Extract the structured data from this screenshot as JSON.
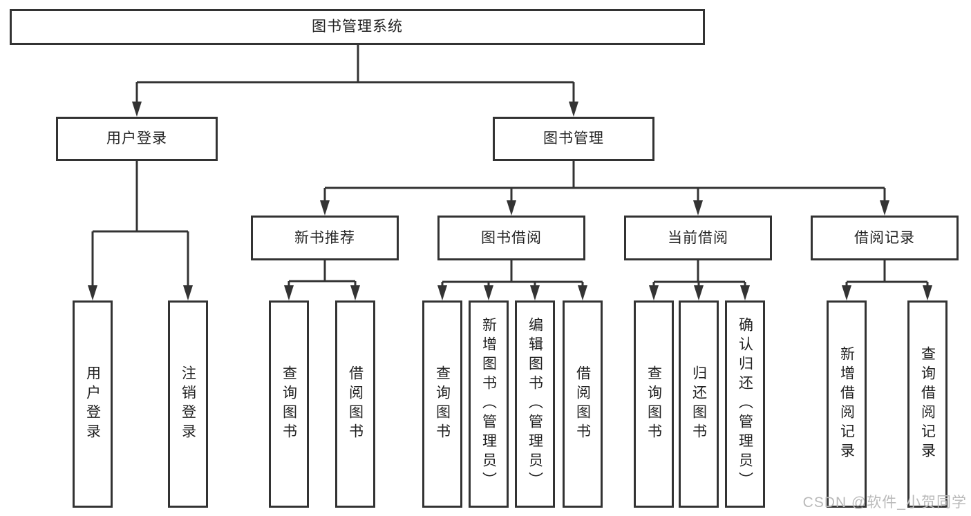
{
  "diagram": {
    "root": {
      "label": "图书管理系统"
    },
    "branches": [
      {
        "label": "用户登录",
        "children": [
          {
            "label": "用户登录"
          },
          {
            "label": "注销登录"
          }
        ]
      },
      {
        "label": "图书管理",
        "children": [
          {
            "label": "新书推荐",
            "children": [
              {
                "label": "查询图书"
              },
              {
                "label": "借阅图书"
              }
            ]
          },
          {
            "label": "图书借阅",
            "children": [
              {
                "label": "查询图书"
              },
              {
                "label": "新增图书（管理员）"
              },
              {
                "label": "编辑图书（管理员）"
              },
              {
                "label": "借阅图书"
              }
            ]
          },
          {
            "label": "当前借阅",
            "children": [
              {
                "label": "查询图书"
              },
              {
                "label": "归还图书"
              },
              {
                "label": "确认归还（管理员）"
              }
            ]
          },
          {
            "label": "借阅记录",
            "children": [
              {
                "label": "新增借阅记录"
              },
              {
                "label": "查询借阅记录"
              }
            ]
          }
        ]
      }
    ]
  },
  "watermark": {
    "text": "CSDN @软件_小贺同学"
  },
  "colors": {
    "line": "#333333",
    "text": "#222222",
    "watermark": "#b9b9b9",
    "background": "#ffffff"
  }
}
